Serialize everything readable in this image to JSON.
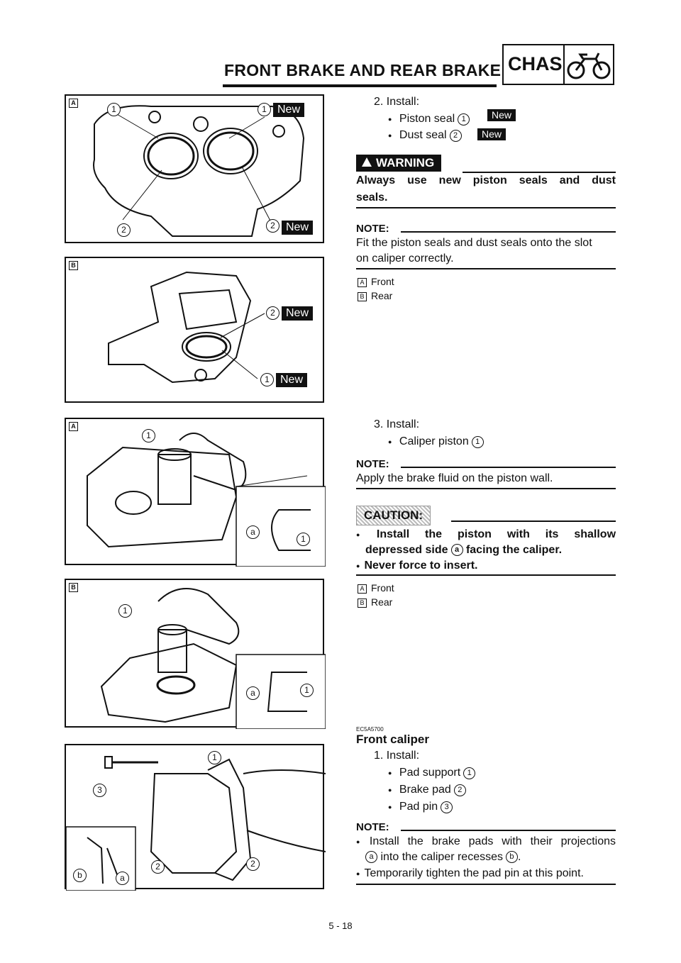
{
  "header": {
    "title": "FRONT BRAKE AND REAR BRAKE",
    "section": "CHAS",
    "section_icon": "motorcycle-icon"
  },
  "figures": {
    "fig1_letter": "A",
    "fig2_letter": "B",
    "fig3_letter": "A",
    "fig4_letter": "B",
    "new_tag": "New",
    "n1": "1",
    "n2": "2",
    "n3": "3",
    "na": "a",
    "nb": "b"
  },
  "step2": {
    "title": "2.  Install:",
    "item1": "Piston seal",
    "item1_num": "1",
    "item2": "Dust seal",
    "item2_num": "2",
    "new_badge": "New",
    "warning_label": "WARNING",
    "warning_text_1": "Always use new piston seals and dust",
    "warning_text_2": "seals.",
    "note_label": "NOTE:",
    "note_text_1": "Fit the piston seals and dust seals onto the slot",
    "note_text_2": "on caliper correctly.",
    "legend_a_key": "A",
    "legend_a": "Front",
    "legend_b_key": "B",
    "legend_b": "Rear"
  },
  "step3": {
    "title": "3.  Install:",
    "item1": "Caliper piston",
    "item1_num": "1",
    "note_label": "NOTE:",
    "note_text": "Apply the brake fluid on the piston wall.",
    "caution_label": "CAUTION:",
    "caution_1a": "Install  the  piston  with  its  shallow",
    "caution_1b_pre": "depressed side",
    "caution_1b_mark": "a",
    "caution_1b_post": "facing the caliper.",
    "caution_2": "Never force to insert.",
    "legend_a_key": "A",
    "legend_a": "Front",
    "legend_b_key": "B",
    "legend_b": "Rear"
  },
  "front_caliper": {
    "code": "EC5A5700",
    "heading": "Front caliper",
    "title": "1.  Install:",
    "item1": "Pad support",
    "item1_num": "1",
    "item2": "Brake pad",
    "item2_num": "2",
    "item3": "Pad pin",
    "item3_num": "3",
    "note_label": "NOTE:",
    "note_1a": "Install  the  brake  pads  with  their  projections",
    "note_1b_mark": "a",
    "note_1b_mid": "into the caliper recesses",
    "note_1b_mark2": "b",
    "note_1b_end": ".",
    "note_2": "Temporarily tighten the pad pin at this point."
  },
  "footer": {
    "page": "5 - 18"
  }
}
